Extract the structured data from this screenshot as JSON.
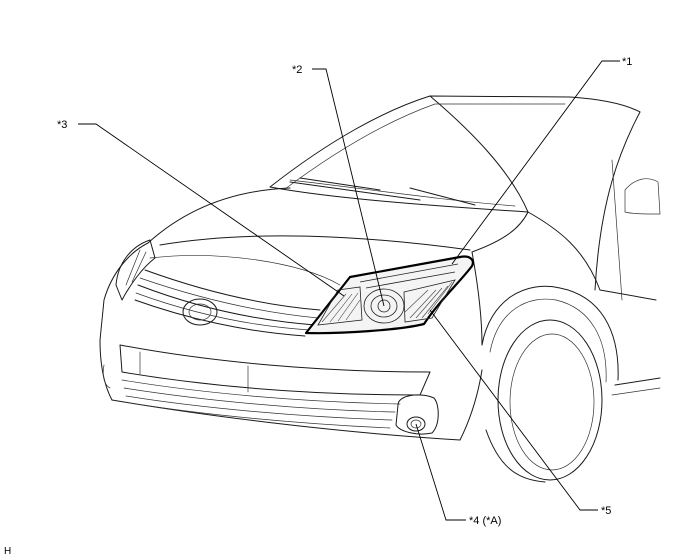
{
  "callouts": {
    "c1": "*1",
    "c2": "*2",
    "c3": "*3",
    "c4": "*4 (*A)",
    "c5": "*5"
  },
  "corner_code": "H"
}
